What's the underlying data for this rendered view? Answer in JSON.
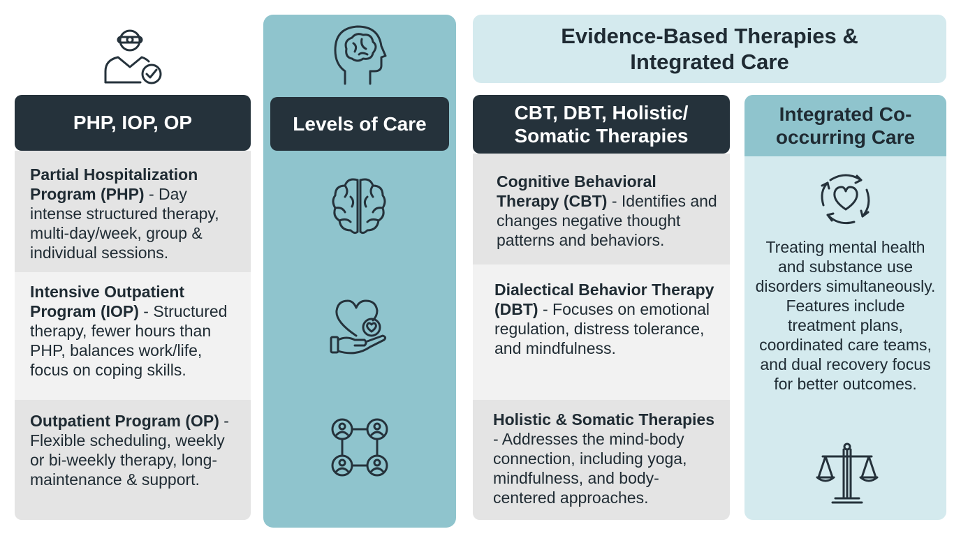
{
  "left_column": {
    "header": "PHP, IOP, OP",
    "items": [
      {
        "title": "Partial Hospitalization Program (PHP)",
        "text": " - Day intense structured therapy, multi-day/week, group & individual sessions."
      },
      {
        "title": "Intensive Outpatient Program (IOP)",
        "text": " - Structured therapy, fewer hours than PHP, balances work/life, focus on coping skills."
      },
      {
        "title": "Outpatient Program (OP)",
        "text": " - Flexible scheduling, weekly or bi-weekly therapy, long-maintenance & support."
      }
    ],
    "icon": "doctor-check-icon"
  },
  "center_column": {
    "header": "Levels of Care",
    "icons": [
      "head-brain-icon",
      "brain-icon",
      "heart-hand-icon",
      "group-network-icon"
    ]
  },
  "right_section": {
    "title": "Evidence-Based Therapies & Integrated Care",
    "therapies": {
      "header": "CBT, DBT, Holistic/ Somatic Therapies",
      "items": [
        {
          "title": "Cognitive Behavioral Therapy (CBT)",
          "text": " - Identifies and changes negative thought patterns and behaviors."
        },
        {
          "title": "Dialectical Behavior Therapy (DBT)",
          "text": " - Focuses on emotional regulation, distress tolerance, and mindfulness."
        },
        {
          "title": "Holistic & Somatic Therapies",
          "text": "- Addresses the mind-body connection, including yoga, mindfulness, and body-centered approaches."
        }
      ]
    },
    "integrated": {
      "header": "Integrated Co-occurring Care",
      "text": "Treating mental health and substance use disorders simultaneously. Features include treatment plans, coordinated care teams, and dual recovery focus for better outcomes.",
      "icons": [
        "heart-cycle-icon",
        "balance-scale-icon"
      ]
    }
  },
  "colors": {
    "dark_header": "#25323b",
    "teal_panel": "#8fc4cd",
    "light_teal": "#d4eaee",
    "card_gray": "#e4e4e4",
    "card_light": "#f2f2f2"
  }
}
